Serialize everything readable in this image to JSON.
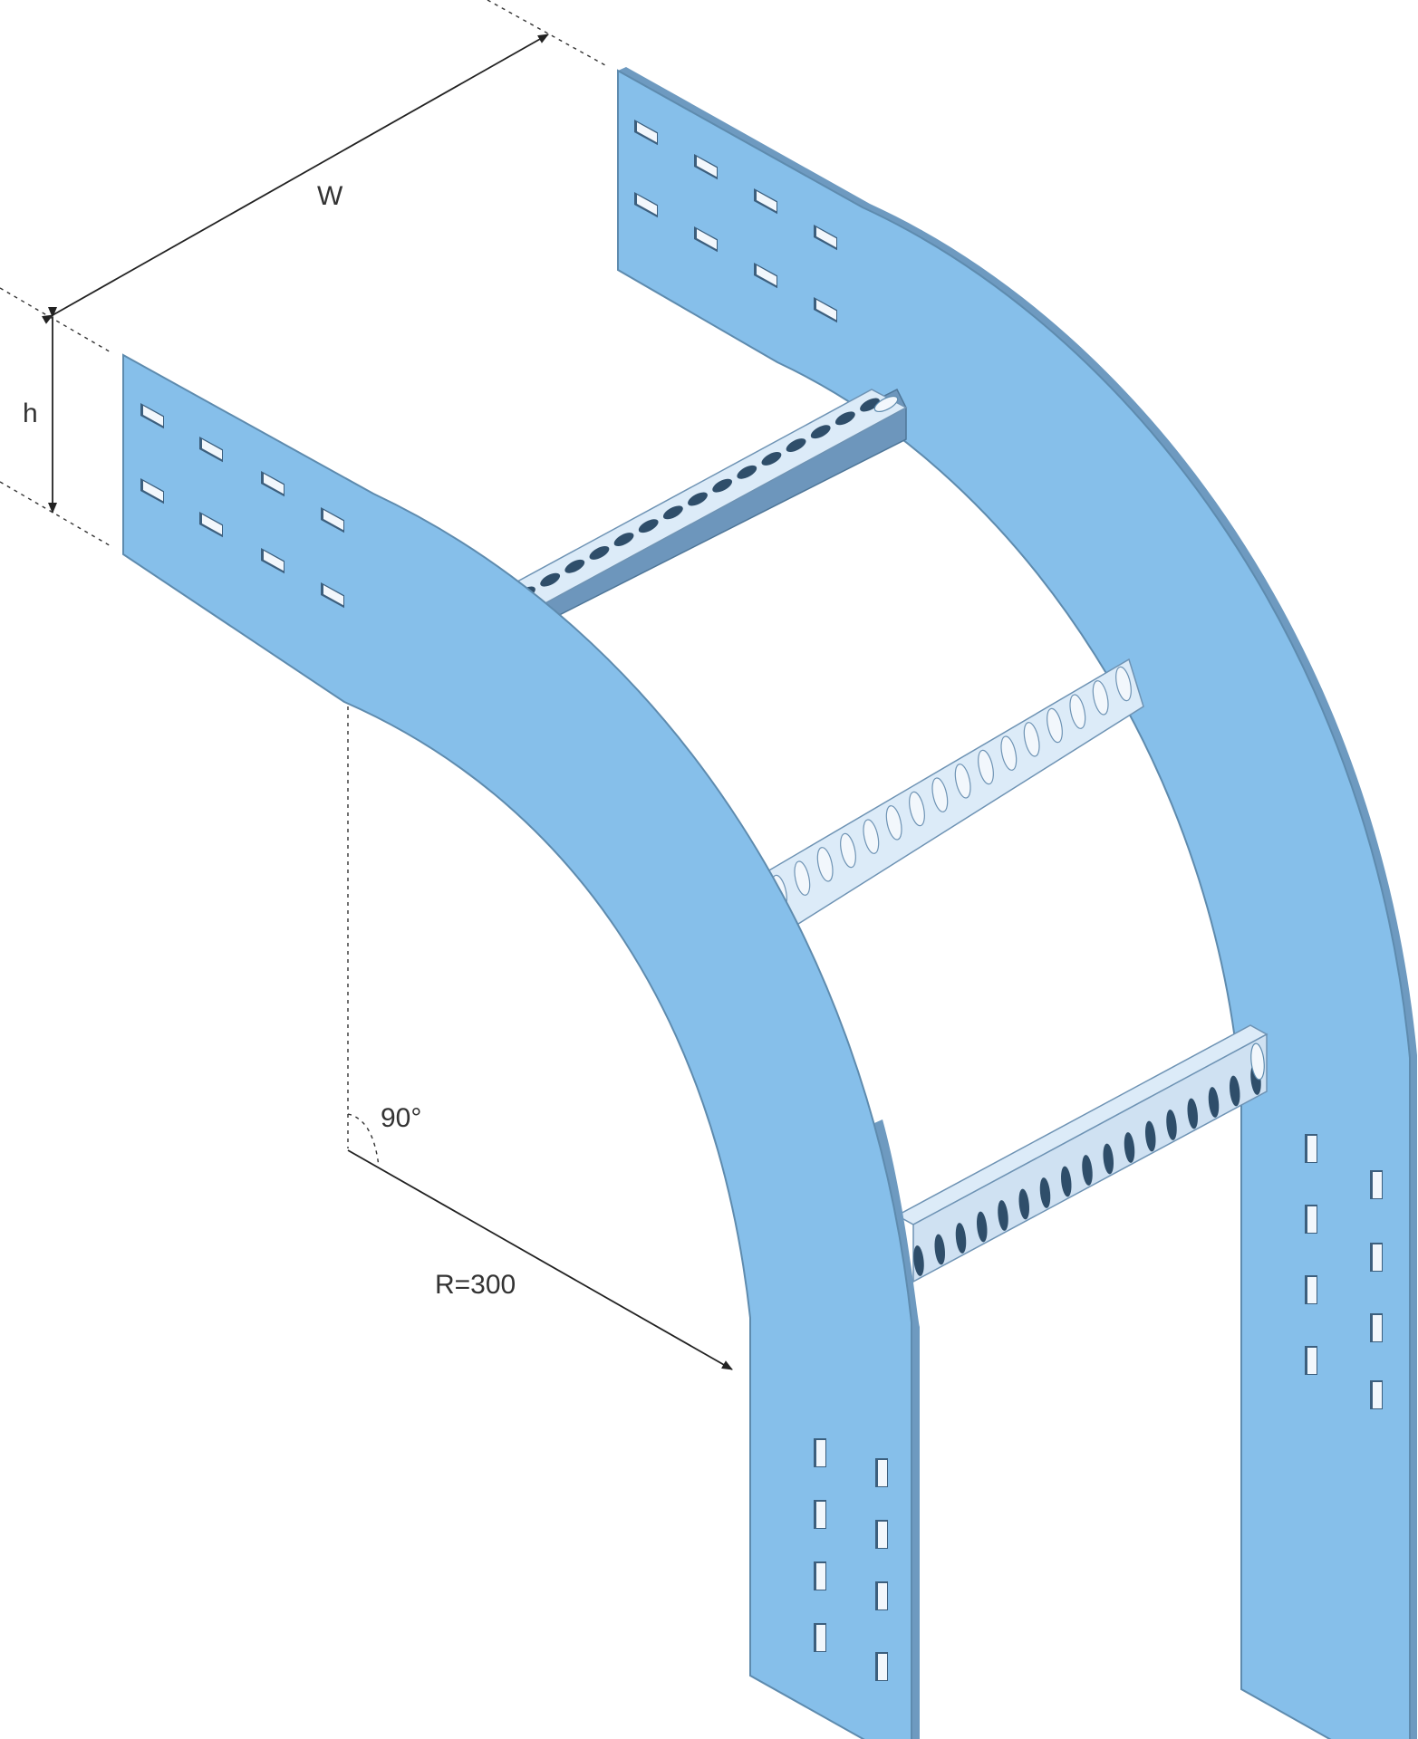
{
  "diagram": {
    "labels": {
      "width": "W",
      "height": "h",
      "angle": "90°",
      "radius": "R=300"
    },
    "colors": {
      "side_face": "#86BFEA",
      "edge": "#5E8BAE",
      "slot": "#3C5F7E",
      "rung_top": "#DCEBF8",
      "rung_side": "#6D96BC",
      "dimension_line": "#222222"
    }
  }
}
